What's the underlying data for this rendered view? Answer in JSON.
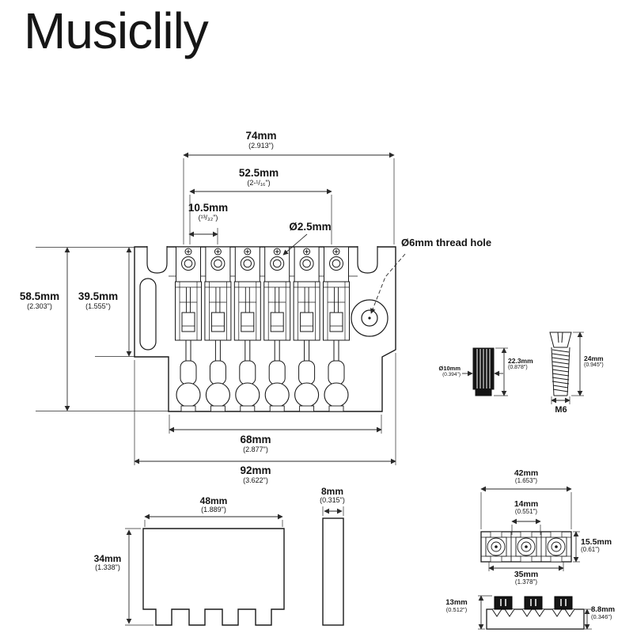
{
  "colors": {
    "line": "#1a1a1a",
    "dim_line": "#2a2a2a",
    "background": "#ffffff"
  },
  "brand": {
    "logo": "Musiclily"
  },
  "bridge": {
    "width_top": {
      "mm": "74mm",
      "inch": "(2.913\")"
    },
    "string_span": {
      "mm": "52.5mm",
      "inch": "(2-¹/₁₆\")"
    },
    "string_spacing": {
      "mm": "10.5mm",
      "inch": "(¹³/₃₂\")"
    },
    "small_hole": {
      "mm": "Ø2.5mm"
    },
    "thread_hole_note": "Ø6mm thread hole",
    "height_total": {
      "mm": "58.5mm",
      "inch": "(2.303\")"
    },
    "height_plate": {
      "mm": "39.5mm",
      "inch": "(1.555\")"
    },
    "width_bottom": {
      "mm": "68mm",
      "inch": "(2.877\")"
    },
    "width_total": {
      "mm": "92mm",
      "inch": "(3.622\")"
    }
  },
  "bushing": {
    "diameter": {
      "mm": "Ø10mm",
      "inch": "(0.394\")"
    },
    "height": {
      "mm": "22.3mm",
      "inch": "(0.878\")"
    }
  },
  "screw": {
    "length": {
      "mm": "24mm",
      "inch": "(0.945\")"
    },
    "thread_label": "M6"
  },
  "block": {
    "width": {
      "mm": "48mm",
      "inch": "(1.889\")"
    },
    "height": {
      "mm": "34mm",
      "inch": "(1.338\")"
    },
    "thickness": {
      "mm": "8mm",
      "inch": "(0.315\")"
    }
  },
  "nut": {
    "width": {
      "mm": "42mm",
      "inch": "(1.653\")"
    },
    "screw_spacing": {
      "mm": "14mm",
      "inch": "(0.551\")"
    },
    "depth": {
      "mm": "15.5mm",
      "inch": "(0.61\")"
    },
    "mount_spacing": {
      "mm": "35mm",
      "inch": "(1.378\")"
    },
    "side_height": {
      "mm": "13mm",
      "inch": "(0.512\")"
    },
    "front_height": {
      "mm": "8.8mm",
      "inch": "(0.346\")"
    }
  }
}
